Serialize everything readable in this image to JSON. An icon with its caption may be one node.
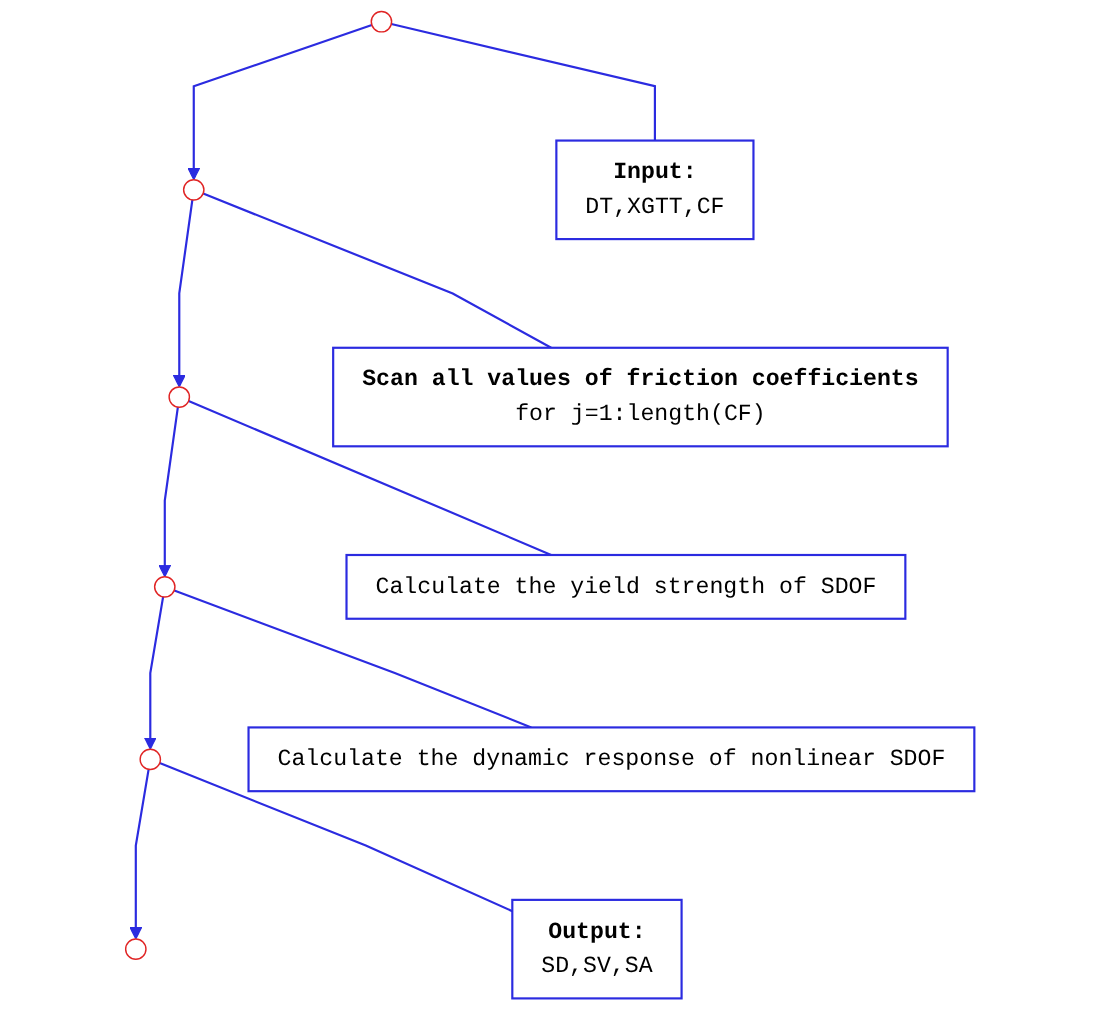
{
  "diagram": {
    "nodes": [
      {
        "text": [],
        "shape": "circle"
      },
      {
        "text": [
          "Input:",
          "DT,XGTT,CF"
        ]
      },
      {
        "text": [],
        "shape": "circle"
      },
      {
        "text": [
          "Scan all values of friction coefficients",
          "for j=1:length(CF)"
        ]
      },
      {
        "text": [],
        "shape": "circle"
      },
      {
        "text": [
          "Calculate the yield strength of SDOF"
        ]
      },
      {
        "text": [],
        "shape": "circle"
      },
      {
        "text": [
          "Calculate the dynamic response of nonlinear SDOF"
        ]
      },
      {
        "text": [],
        "shape": "circle"
      },
      {
        "text": [
          "Output:",
          "SD,SV,SA"
        ]
      },
      {
        "text": [],
        "shape": "circle"
      }
    ],
    "edges": [
      {
        "from": 0,
        "to": 2,
        "arrow": "to"
      },
      {
        "from": 0,
        "to": 1,
        "arrow": "none"
      },
      {
        "from": 2,
        "to": 4,
        "arrow": "to"
      },
      {
        "from": 2,
        "to": 3,
        "arrow": "none"
      },
      {
        "from": 4,
        "to": 6,
        "arrow": "to"
      },
      {
        "from": 4,
        "to": 5,
        "arrow": "none"
      },
      {
        "from": 6,
        "to": 8,
        "arrow": "to"
      },
      {
        "from": 6,
        "to": 7,
        "arrow": "none"
      },
      {
        "from": 8,
        "to": 10,
        "arrow": "to"
      },
      {
        "from": 8,
        "to": 9,
        "arrow": "none"
      }
    ]
  }
}
